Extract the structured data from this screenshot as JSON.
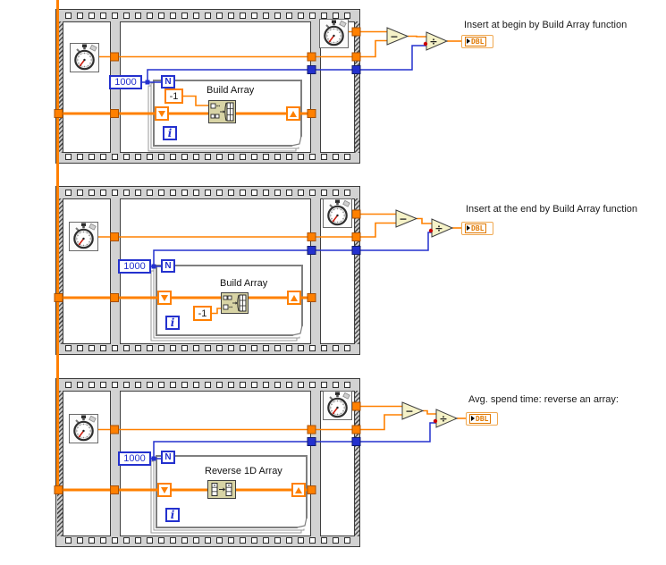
{
  "diagram": {
    "colors": {
      "wire_orange": "#ff8000",
      "wire_blue": "#2431ce",
      "structure_gray": "#d2d2d2",
      "node_fill": "#f5f2c8",
      "icon_fill": "#d8d4a5",
      "coercion_red": "#cc0000",
      "indicator_orange": "#e07800"
    },
    "operators": {
      "subtract": "−",
      "divide": "÷"
    },
    "sequences": [
      {
        "caption": "Insert at begin by Build Array function",
        "loop_count": "1000",
        "count_terminal": "N",
        "iteration_terminal": "i",
        "element_constant": "-1",
        "function_label": "Build Array",
        "indicator": "DBL"
      },
      {
        "caption": "Insert at the end by Build Array function",
        "loop_count": "1000",
        "count_terminal": "N",
        "iteration_terminal": "i",
        "element_constant": "-1",
        "function_label": "Build Array",
        "indicator": "DBL"
      },
      {
        "caption": "Avg. spend time: reverse an array:",
        "loop_count": "1000",
        "count_terminal": "N",
        "iteration_terminal": "i",
        "function_label": "Reverse 1D Array",
        "indicator": "DBL"
      }
    ]
  }
}
